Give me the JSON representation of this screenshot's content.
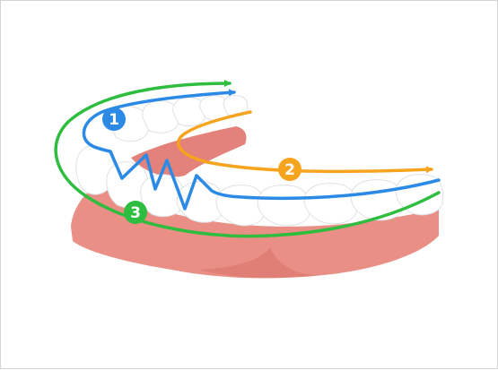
{
  "diagram": {
    "colors": {
      "step1": "#2b8ae6",
      "step2": "#f6a41e",
      "step3": "#2ebd3f",
      "gum": "#e98f86",
      "gum_dark": "#d87367",
      "tooth": "#ffffff",
      "tooth_outline": "#d9dde3"
    },
    "steps": [
      {
        "label": "1",
        "color": "#2b8ae6"
      },
      {
        "label": "2",
        "color": "#f6a41e"
      },
      {
        "label": "3",
        "color": "#2ebd3f"
      }
    ]
  }
}
